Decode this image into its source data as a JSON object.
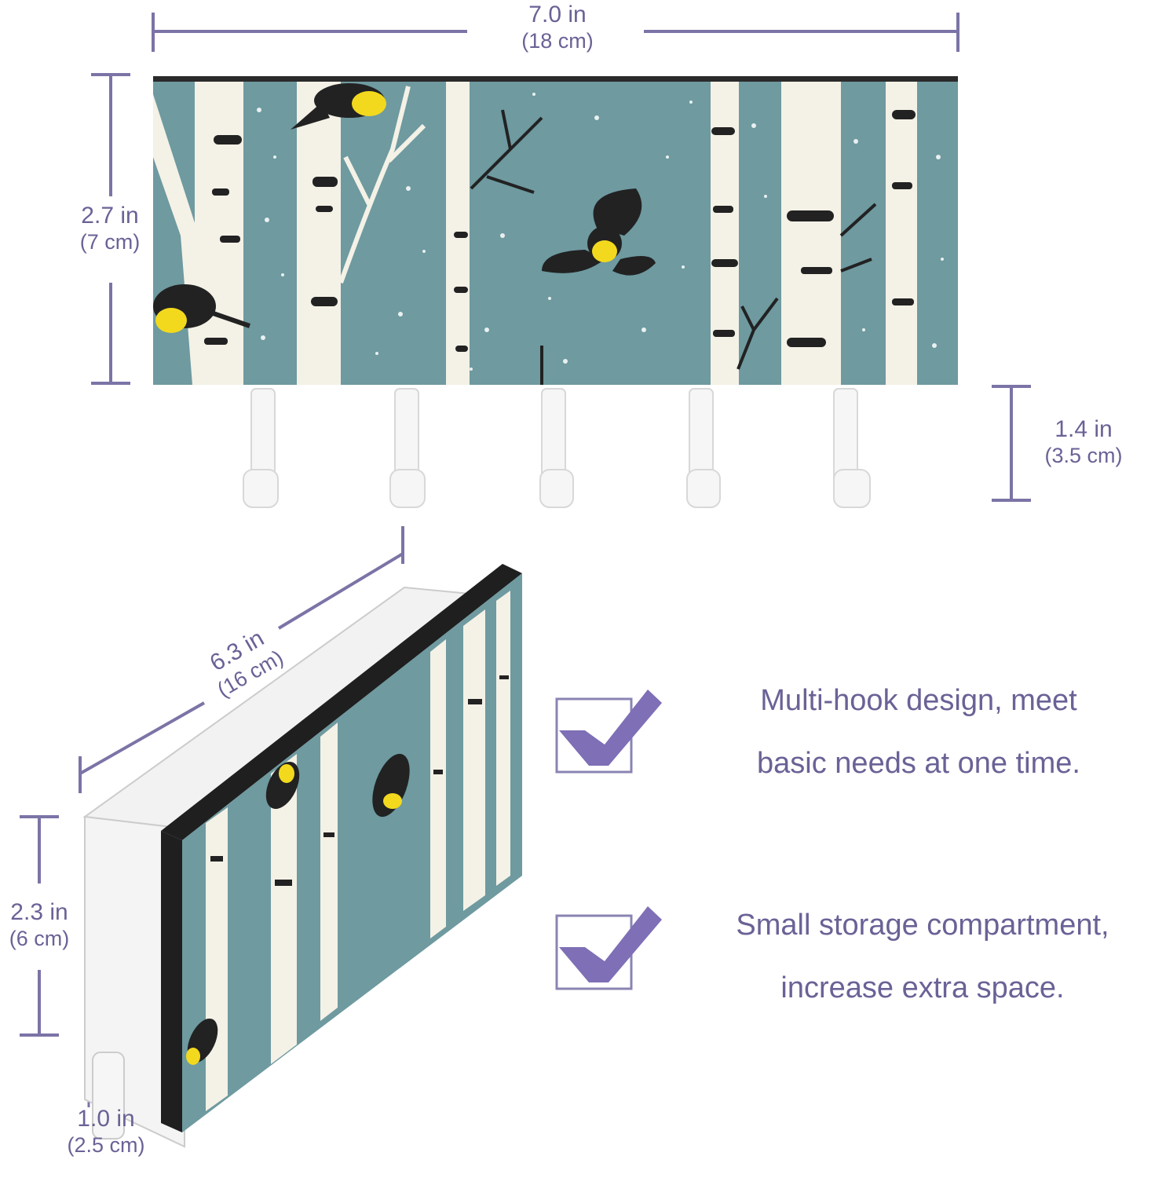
{
  "colors": {
    "dimension_line": "#7b74a6",
    "text": "#6a6296",
    "accent_check": "#7e6fb6",
    "panel_teal": "#6e9aa0",
    "birch_white": "#f4f1e6",
    "birch_mark": "#222222",
    "bird_yellow": "#f2d91d",
    "hook_white": "#f6f6f6"
  },
  "dimensions": {
    "width_main": "7.0 in",
    "width_sub": "(18 cm)",
    "height_main": "2.7 in",
    "height_sub": "(7 cm)",
    "hook_main": "1.4 in",
    "hook_sub": "(3.5 cm)",
    "depth_length_main": "6.3 in",
    "depth_length_sub": "(16 cm)",
    "box_height_main": "2.3 in",
    "box_height_sub": "(6 cm)",
    "box_depth_main": "1.0 in",
    "box_depth_sub": "(2.5 cm)"
  },
  "features": [
    {
      "line1": "Multi-hook design, meet",
      "line2": "basic needs at one time.",
      "icon": "checkbox-checked-icon"
    },
    {
      "line1": "Small storage compartment,",
      "line2": "increase extra space.",
      "icon": "checkbox-checked-icon"
    }
  ]
}
